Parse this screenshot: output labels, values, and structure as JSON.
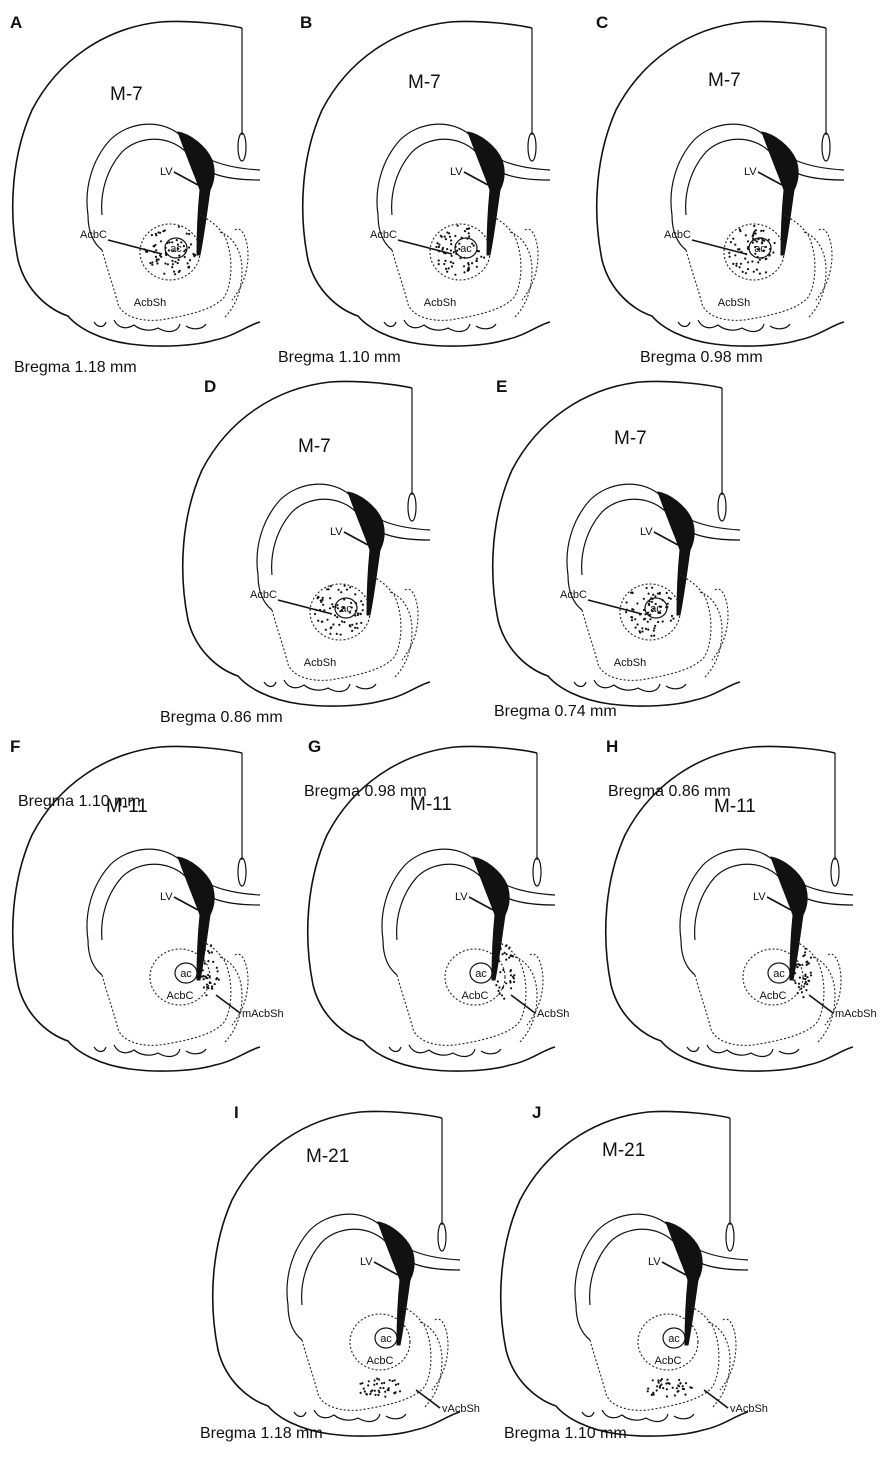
{
  "figure": {
    "panels": [
      {
        "letter": "A",
        "mouse": "M-7",
        "bregma": "Bregma 1.18 mm",
        "labels": {
          "lv": "LV",
          "core": "AcbC",
          "shell": "AcbSh",
          "ac": "ac"
        }
      },
      {
        "letter": "B",
        "mouse": "M-7",
        "bregma": "Bregma 1.10 mm",
        "labels": {
          "lv": "LV",
          "core": "AcbC",
          "shell": "AcbSh",
          "ac": "ac"
        }
      },
      {
        "letter": "C",
        "mouse": "M-7",
        "bregma": "Bregma 0.98 mm",
        "labels": {
          "lv": "LV",
          "core": "AcbC",
          "shell": "AcbSh",
          "ac": "ac"
        }
      },
      {
        "letter": "D",
        "mouse": "M-7",
        "bregma": "Bregma 0.86 mm",
        "labels": {
          "lv": "LV",
          "core": "AcbC",
          "shell": "AcbSh",
          "ac": "ac"
        }
      },
      {
        "letter": "E",
        "mouse": "M-7",
        "bregma": "Bregma 0.74 mm",
        "labels": {
          "lv": "LV",
          "core": "AcbC",
          "shell": "AcbSh",
          "ac": "ac"
        }
      },
      {
        "letter": "F",
        "mouse": "M-11",
        "bregma": "Bregma 1.10 mm",
        "labels": {
          "lv": "LV",
          "core": "AcbC",
          "shell": "mAcbSh",
          "ac": "ac"
        }
      },
      {
        "letter": "G",
        "mouse": "M-11",
        "bregma": "Bregma 0.98 mm",
        "labels": {
          "lv": "LV",
          "core": "AcbC",
          "shell": "AcbSh",
          "ac": "ac"
        }
      },
      {
        "letter": "H",
        "mouse": "M-11",
        "bregma": "Bregma 0.86 mm",
        "labels": {
          "lv": "LV",
          "core": "AcbC",
          "shell": "mAcbSh",
          "ac": "ac"
        }
      },
      {
        "letter": "I",
        "mouse": "M-21",
        "bregma": "Bregma 1.18 mm",
        "labels": {
          "lv": "LV",
          "core": "AcbC",
          "shell": "vAcbSh",
          "ac": "ac"
        }
      },
      {
        "letter": "J",
        "mouse": "M-21",
        "bregma": "Bregma 1.10 mm",
        "labels": {
          "lv": "LV",
          "core": "AcbC",
          "shell": "vAcbSh",
          "ac": "ac"
        }
      }
    ]
  }
}
